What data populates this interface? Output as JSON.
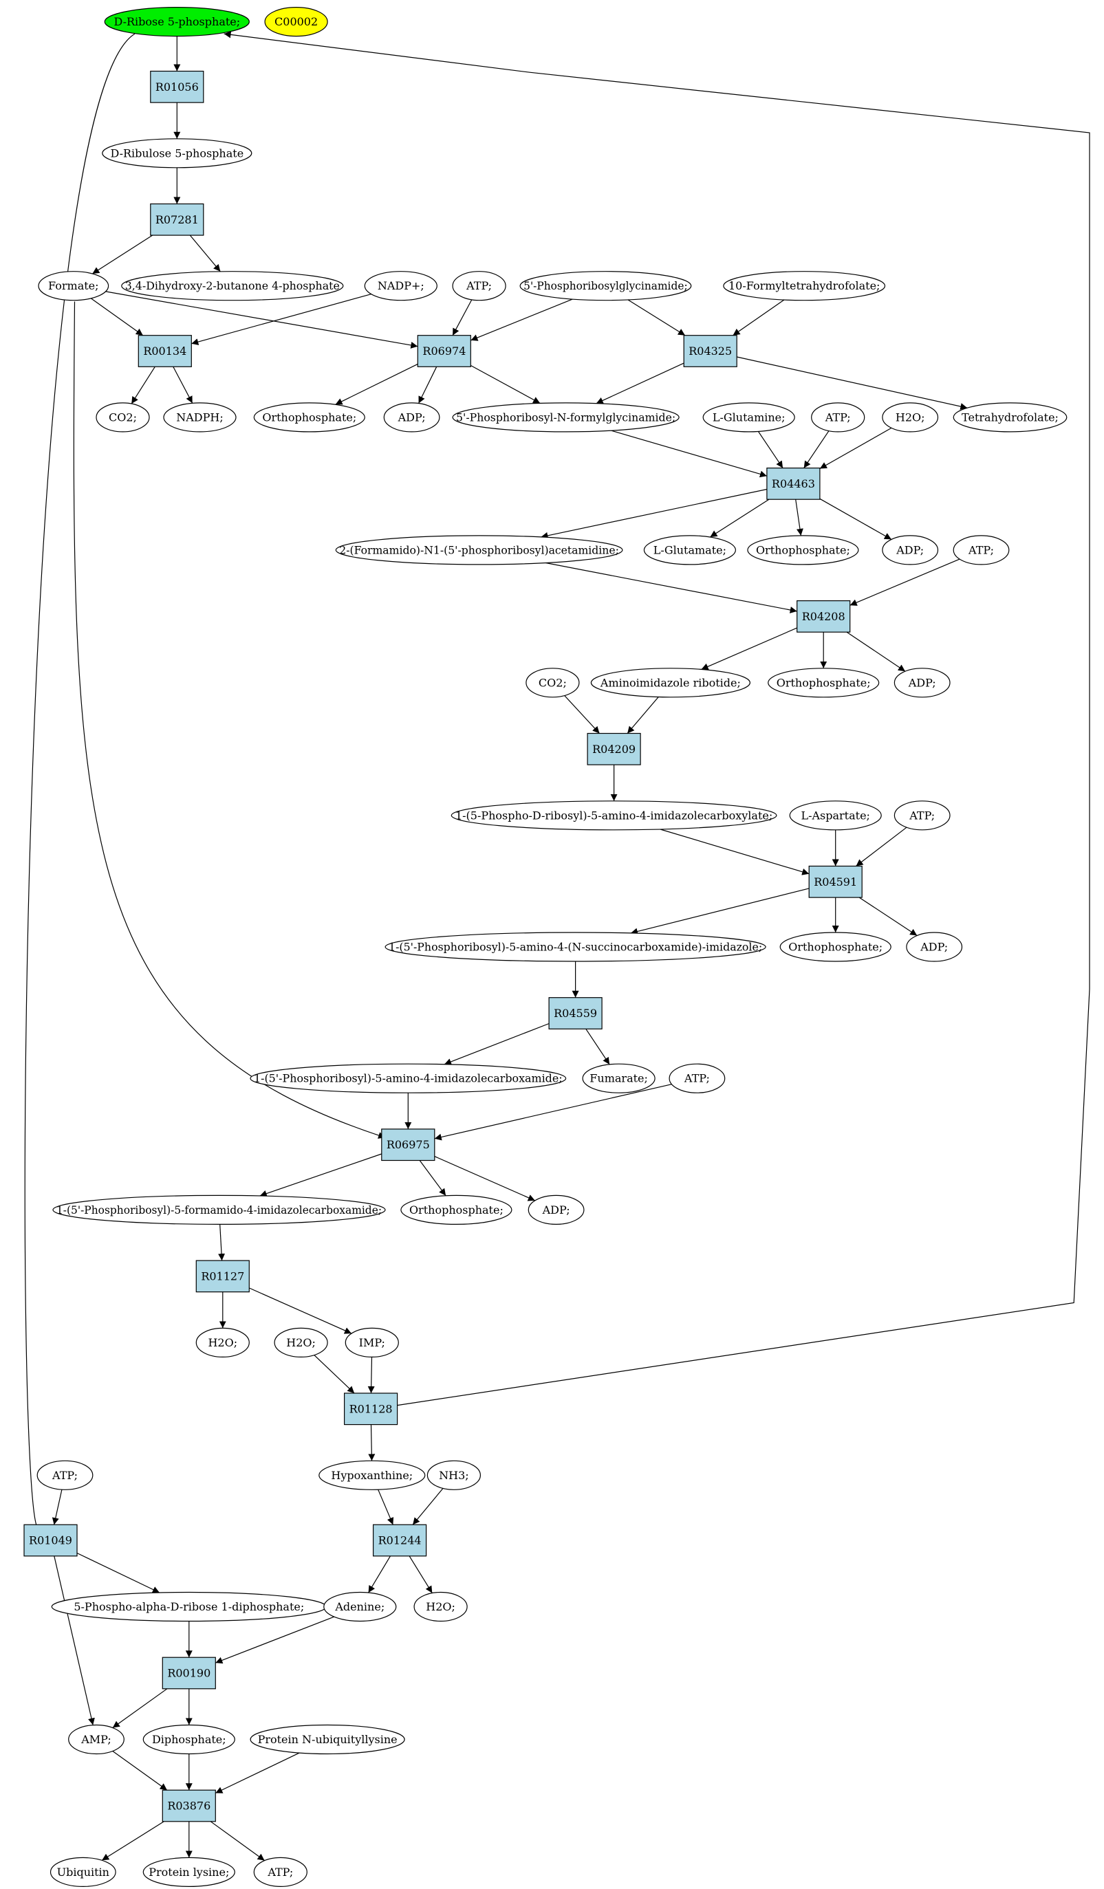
{
  "colors": {
    "reaction_fill": "#add8e6",
    "compound_fill": "#ffffff",
    "highlight_green": "#00ee00",
    "highlight_yellow": "#ffff00",
    "stroke": "#000000"
  },
  "nodes": {
    "rib5p": {
      "label": "D-Ribose 5-phosphate;",
      "kind": "compound",
      "highlight": "green"
    },
    "c00002": {
      "label": "C00002",
      "kind": "compound",
      "highlight": "yellow"
    },
    "r01056": {
      "label": "R01056",
      "kind": "reaction"
    },
    "ribu5p": {
      "label": "D-Ribulose 5-phosphate",
      "kind": "compound"
    },
    "r07281": {
      "label": "R07281",
      "kind": "reaction"
    },
    "formate": {
      "label": "Formate;",
      "kind": "compound"
    },
    "dhbp": {
      "label": "3,4-Dihydroxy-2-butanone 4-phosphate",
      "kind": "compound"
    },
    "nadpp": {
      "label": "NADP+;",
      "kind": "compound"
    },
    "atp1": {
      "label": "ATP;",
      "kind": "compound"
    },
    "gar": {
      "label": "5'-Phosphoribosylglycinamide;",
      "kind": "compound"
    },
    "fthf": {
      "label": "10-Formyltetrahydrofolate;",
      "kind": "compound"
    },
    "r00134": {
      "label": "R00134",
      "kind": "reaction"
    },
    "r06974": {
      "label": "R06974",
      "kind": "reaction"
    },
    "r04325": {
      "label": "R04325",
      "kind": "reaction"
    },
    "co2a": {
      "label": "CO2;",
      "kind": "compound"
    },
    "nadph": {
      "label": "NADPH;",
      "kind": "compound"
    },
    "pi1": {
      "label": "Orthophosphate;",
      "kind": "compound"
    },
    "adp1": {
      "label": "ADP;",
      "kind": "compound"
    },
    "fgar": {
      "label": "5'-Phosphoribosyl-N-formylglycinamide;",
      "kind": "compound"
    },
    "thf": {
      "label": "Tetrahydrofolate;",
      "kind": "compound"
    },
    "gln": {
      "label": "L-Glutamine;",
      "kind": "compound"
    },
    "atp2": {
      "label": "ATP;",
      "kind": "compound"
    },
    "h2o1": {
      "label": "H2O;",
      "kind": "compound"
    },
    "r04463": {
      "label": "R04463",
      "kind": "reaction"
    },
    "fgam": {
      "label": "2-(Formamido)-N1-(5'-phosphoribosyl)acetamidine;",
      "kind": "compound"
    },
    "glu": {
      "label": "L-Glutamate;",
      "kind": "compound"
    },
    "pi2": {
      "label": "Orthophosphate;",
      "kind": "compound"
    },
    "adp2": {
      "label": "ADP;",
      "kind": "compound"
    },
    "atp3": {
      "label": "ATP;",
      "kind": "compound"
    },
    "r04208": {
      "label": "R04208",
      "kind": "reaction"
    },
    "co2b": {
      "label": "CO2;",
      "kind": "compound"
    },
    "air": {
      "label": "Aminoimidazole ribotide;",
      "kind": "compound"
    },
    "pi3": {
      "label": "Orthophosphate;",
      "kind": "compound"
    },
    "adp3": {
      "label": "ADP;",
      "kind": "compound"
    },
    "r04209": {
      "label": "R04209",
      "kind": "reaction"
    },
    "cair": {
      "label": "1-(5-Phospho-D-ribosyl)-5-amino-4-imidazolecarboxylate;",
      "kind": "compound"
    },
    "asp": {
      "label": "L-Aspartate;",
      "kind": "compound"
    },
    "atp4": {
      "label": "ATP;",
      "kind": "compound"
    },
    "r04591": {
      "label": "R04591",
      "kind": "reaction"
    },
    "saicar": {
      "label": "1-(5'-Phosphoribosyl)-5-amino-4-(N-succinocarboxamide)-imidazole;",
      "kind": "compound"
    },
    "pi4": {
      "label": "Orthophosphate;",
      "kind": "compound"
    },
    "adp4": {
      "label": "ADP;",
      "kind": "compound"
    },
    "r04559": {
      "label": "R04559",
      "kind": "reaction"
    },
    "aicar": {
      "label": "1-(5'-Phosphoribosyl)-5-amino-4-imidazolecarboxamide;",
      "kind": "compound"
    },
    "fum": {
      "label": "Fumarate;",
      "kind": "compound"
    },
    "atp5": {
      "label": "ATP;",
      "kind": "compound"
    },
    "r06975": {
      "label": "R06975",
      "kind": "reaction"
    },
    "faicar": {
      "label": "1-(5'-Phosphoribosyl)-5-formamido-4-imidazolecarboxamide;",
      "kind": "compound"
    },
    "pi5": {
      "label": "Orthophosphate;",
      "kind": "compound"
    },
    "adp5": {
      "label": "ADP;",
      "kind": "compound"
    },
    "r01127": {
      "label": "R01127",
      "kind": "reaction"
    },
    "h2o2": {
      "label": "H2O;",
      "kind": "compound"
    },
    "h2o3": {
      "label": "H2O;",
      "kind": "compound"
    },
    "imp": {
      "label": "IMP;",
      "kind": "compound"
    },
    "r01128": {
      "label": "R01128",
      "kind": "reaction"
    },
    "atp6": {
      "label": "ATP;",
      "kind": "compound"
    },
    "hyp": {
      "label": "Hypoxanthine;",
      "kind": "compound"
    },
    "nh3": {
      "label": "NH3;",
      "kind": "compound"
    },
    "r01049": {
      "label": "R01049",
      "kind": "reaction"
    },
    "r01244": {
      "label": "R01244",
      "kind": "reaction"
    },
    "prpp": {
      "label": "5-Phospho-alpha-D-ribose 1-diphosphate;",
      "kind": "compound"
    },
    "ade": {
      "label": "Adenine;",
      "kind": "compound"
    },
    "h2o4": {
      "label": "H2O;",
      "kind": "compound"
    },
    "r00190": {
      "label": "R00190",
      "kind": "reaction"
    },
    "amp": {
      "label": "AMP;",
      "kind": "compound"
    },
    "ppi": {
      "label": "Diphosphate;",
      "kind": "compound"
    },
    "protub": {
      "label": "Protein N-ubiquityllysine",
      "kind": "compound"
    },
    "r03876": {
      "label": "R03876",
      "kind": "reaction"
    },
    "ubq": {
      "label": "Ubiquitin",
      "kind": "compound"
    },
    "prolys": {
      "label": "Protein lysine;",
      "kind": "compound"
    },
    "atp7": {
      "label": "ATP;",
      "kind": "compound"
    }
  },
  "edges": [
    [
      "rib5p",
      "r01056"
    ],
    [
      "r01056",
      "ribu5p"
    ],
    [
      "ribu5p",
      "r07281"
    ],
    [
      "r07281",
      "formate"
    ],
    [
      "r07281",
      "dhbp"
    ],
    [
      "formate",
      "r00134"
    ],
    [
      "nadpp",
      "r00134"
    ],
    [
      "r00134",
      "co2a"
    ],
    [
      "r00134",
      "nadph"
    ],
    [
      "formate",
      "r06974"
    ],
    [
      "atp1",
      "r06974"
    ],
    [
      "gar",
      "r06974"
    ],
    [
      "r06974",
      "pi1"
    ],
    [
      "r06974",
      "adp1"
    ],
    [
      "r06974",
      "fgar"
    ],
    [
      "gar",
      "r04325"
    ],
    [
      "fthf",
      "r04325"
    ],
    [
      "r04325",
      "fgar"
    ],
    [
      "r04325",
      "thf"
    ],
    [
      "fgar",
      "r04463"
    ],
    [
      "gln",
      "r04463"
    ],
    [
      "atp2",
      "r04463"
    ],
    [
      "h2o1",
      "r04463"
    ],
    [
      "r04463",
      "fgam"
    ],
    [
      "r04463",
      "glu"
    ],
    [
      "r04463",
      "pi2"
    ],
    [
      "r04463",
      "adp2"
    ],
    [
      "fgam",
      "r04208"
    ],
    [
      "atp3",
      "r04208"
    ],
    [
      "r04208",
      "air"
    ],
    [
      "r04208",
      "pi3"
    ],
    [
      "r04208",
      "adp3"
    ],
    [
      "co2b",
      "r04209"
    ],
    [
      "air",
      "r04209"
    ],
    [
      "r04209",
      "cair"
    ],
    [
      "cair",
      "r04591"
    ],
    [
      "asp",
      "r04591"
    ],
    [
      "atp4",
      "r04591"
    ],
    [
      "r04591",
      "saicar"
    ],
    [
      "r04591",
      "pi4"
    ],
    [
      "r04591",
      "adp4"
    ],
    [
      "saicar",
      "r04559"
    ],
    [
      "r04559",
      "aicar"
    ],
    [
      "r04559",
      "fum"
    ],
    [
      "aicar",
      "r06975"
    ],
    [
      "atp5",
      "r06975"
    ],
    [
      "formate",
      "r06975"
    ],
    [
      "r06975",
      "faicar"
    ],
    [
      "r06975",
      "pi5"
    ],
    [
      "r06975",
      "adp5"
    ],
    [
      "faicar",
      "r01127"
    ],
    [
      "r01127",
      "h2o2"
    ],
    [
      "r01127",
      "imp"
    ],
    [
      "h2o3",
      "r01128"
    ],
    [
      "imp",
      "r01128"
    ],
    [
      "r01128",
      "hyp"
    ],
    [
      "r01128",
      "rib5p"
    ],
    [
      "hyp",
      "r01244"
    ],
    [
      "nh3",
      "r01244"
    ],
    [
      "r01244",
      "ade"
    ],
    [
      "r01244",
      "h2o4"
    ],
    [
      "rib5p",
      "r01049"
    ],
    [
      "atp6",
      "r01049"
    ],
    [
      "r01049",
      "prpp"
    ],
    [
      "r01049",
      "amp"
    ],
    [
      "prpp",
      "r00190"
    ],
    [
      "ade",
      "r00190"
    ],
    [
      "r00190",
      "amp"
    ],
    [
      "r00190",
      "ppi"
    ],
    [
      "amp",
      "r03876"
    ],
    [
      "ppi",
      "r03876"
    ],
    [
      "protub",
      "r03876"
    ],
    [
      "r03876",
      "ubq"
    ],
    [
      "r03876",
      "prolys"
    ],
    [
      "r03876",
      "atp7"
    ]
  ]
}
